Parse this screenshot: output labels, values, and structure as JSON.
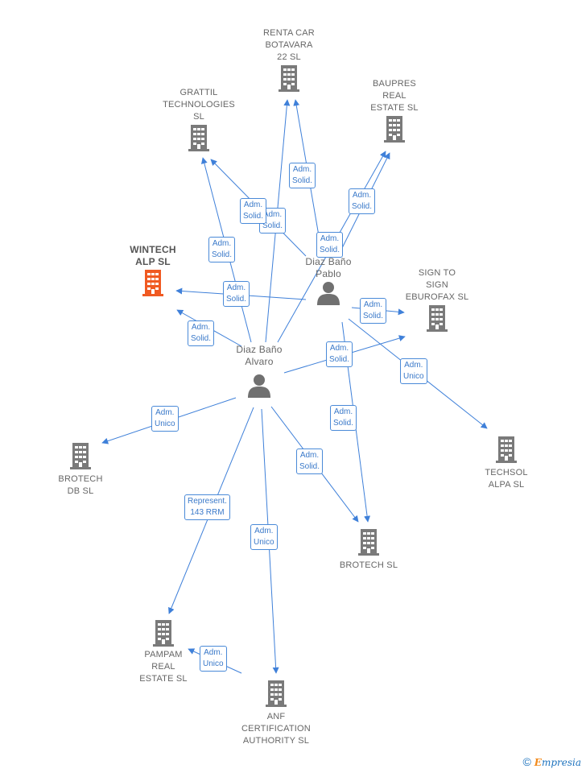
{
  "colors": {
    "edge": "#3f80d9",
    "building": "#7a7a7a",
    "building_highlight": "#f05a22",
    "person": "#707070"
  },
  "companies": [
    {
      "id": "renta",
      "label": "RENTA CAR\nBOTAVARA\n22  SL",
      "icon": "building-icon"
    },
    {
      "id": "grattil",
      "label": "GRATTIL\nTECHNOLOGIES\nSL",
      "icon": "building-icon"
    },
    {
      "id": "baupres",
      "label": "BAUPRES\nREAL\nESTATE  SL",
      "icon": "building-icon"
    },
    {
      "id": "wintech",
      "label": "WINTECH\nALP  SL",
      "icon": "building-icon",
      "highlight": true
    },
    {
      "id": "sign",
      "label": "SIGN TO\nSIGN\nEBUROFAX  SL",
      "icon": "building-icon"
    },
    {
      "id": "techsol",
      "label": "TECHSOL\nALPA  SL",
      "icon": "building-icon"
    },
    {
      "id": "brotechdb",
      "label": "BROTECH\nDB  SL",
      "icon": "building-icon"
    },
    {
      "id": "brotech",
      "label": "BROTECH  SL",
      "icon": "building-icon"
    },
    {
      "id": "pampam",
      "label": "PAMPAM\nREAL\nESTATE  SL",
      "icon": "building-icon"
    },
    {
      "id": "anf",
      "label": "ANF\nCERTIFICATION\nAUTHORITY  SL",
      "icon": "building-icon"
    }
  ],
  "people": [
    {
      "id": "pablo",
      "label": "Diaz Baño\nPablo",
      "icon": "person-icon"
    },
    {
      "id": "alvaro",
      "label": "Diaz Baño\nAlvaro",
      "icon": "person-icon"
    }
  ],
  "edges": [
    {
      "from": "alvaro",
      "to": "renta",
      "label": "Adm.\nSolid."
    },
    {
      "from": "pablo",
      "to": "renta",
      "label": "Adm.\nSolid."
    },
    {
      "from": "alvaro",
      "to": "grattil",
      "label": "Adm.\nSolid."
    },
    {
      "from": "pablo",
      "to": "grattil",
      "label": "Adm.\nSolid."
    },
    {
      "from": "alvaro",
      "to": "baupres",
      "label": "Adm.\nSolid."
    },
    {
      "from": "pablo",
      "to": "baupres",
      "label": "Adm.\nSolid."
    },
    {
      "from": "pablo",
      "to": "wintech",
      "label": "Adm.\nSolid."
    },
    {
      "from": "alvaro",
      "to": "wintech",
      "label": "Adm.\nSolid."
    },
    {
      "from": "pablo",
      "to": "sign",
      "label": "Adm.\nSolid."
    },
    {
      "from": "alvaro",
      "to": "sign",
      "label": "Adm.\nSolid."
    },
    {
      "from": "pablo",
      "to": "techsol",
      "label": "Adm.\nUnico"
    },
    {
      "from": "pablo",
      "to": "brotech",
      "label": "Adm.\nSolid."
    },
    {
      "from": "alvaro",
      "to": "brotech",
      "label": "Adm.\nSolid."
    },
    {
      "from": "alvaro",
      "to": "brotechdb",
      "label": "Adm.\nUnico"
    },
    {
      "from": "alvaro",
      "to": "pampam",
      "label": "Represent.\n143 RRM"
    },
    {
      "from": "alvaro",
      "to": "anf",
      "label": "Adm.\nUnico"
    },
    {
      "from": "anf",
      "to": "pampam",
      "label": "Adm.\nUnico"
    }
  ],
  "footer": {
    "copyright": "©",
    "brand_initial": "E",
    "brand_rest": "mpresia"
  }
}
